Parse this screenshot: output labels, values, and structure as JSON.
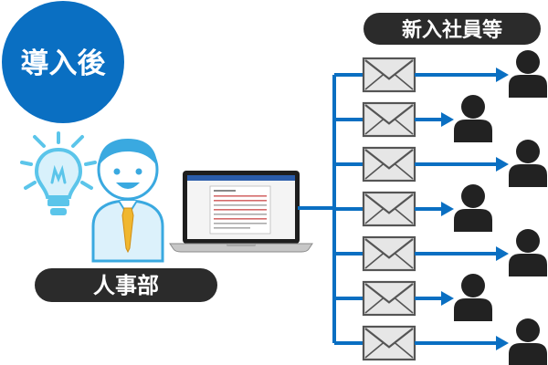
{
  "badge": {
    "text": "導入後",
    "color": "#0a6fc2"
  },
  "recipients_label": "新入社員等",
  "sender_label": "人事部",
  "colors": {
    "arrow": "#0a6fc2",
    "pill": "#2b2b2b",
    "person": "#222222",
    "envelope_fill": "#e6e6e6",
    "envelope_stroke": "#555555",
    "idea": "#5bc5ea"
  },
  "icons": {
    "sender": "person-icon",
    "idea": "lightbulb-icon",
    "device": "laptop-icon",
    "message": "envelope-icon",
    "recipient": "person-silhouette-icon"
  },
  "messages_sent": 7
}
